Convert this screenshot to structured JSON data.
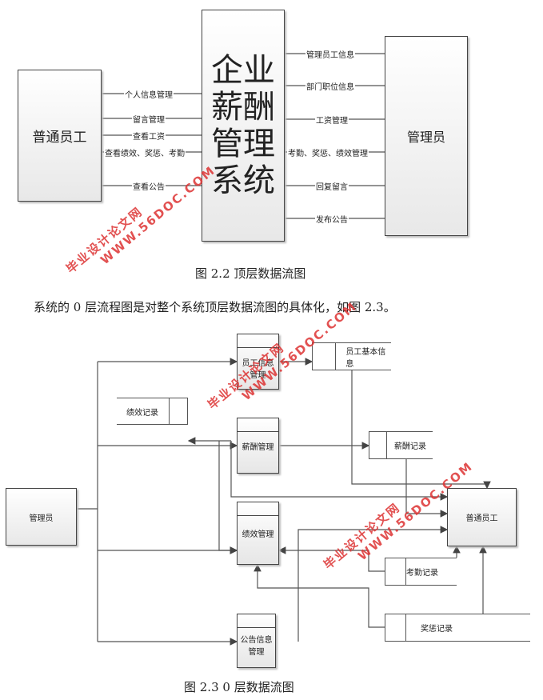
{
  "top_diagram": {
    "left_entity": "普通员工",
    "system": [
      "企业",
      "薪酬",
      "管理",
      "系统"
    ],
    "right_entity": "管理员",
    "left_flows": [
      "个人信息管理",
      "留言管理",
      "查看工资",
      "查看绩效、奖惩、考勤",
      "查看公告"
    ],
    "right_flows": [
      "管理员工信息",
      "部门职位信息",
      "工资管理",
      "考勤、奖惩、绩效管理",
      "回复留言",
      "发布公告"
    ],
    "caption": "图 2.2  顶层数据流图"
  },
  "paragraph": "系统的 0 层流程图是对整个系统顶层数据流图的具体化，如图 2.3。",
  "level0": {
    "admin": "管理员",
    "employee": "普通员工",
    "processes": {
      "emp_info": "员工信息管理",
      "salary": "薪酬管理",
      "perf": "绩效管理",
      "notice": "公告信息管理"
    },
    "stores": {
      "emp_basic": "员工基本信息",
      "perf_rec": "绩效记录",
      "salary_rec": "薪酬记录",
      "attend_rec": "考勤记录",
      "reward_rec": "奖惩记录"
    },
    "caption": "图 2.3 0 层数据流图"
  },
  "watermark": {
    "line1": "毕业设计论文网",
    "line2": "WWW.56DOC.COM"
  }
}
